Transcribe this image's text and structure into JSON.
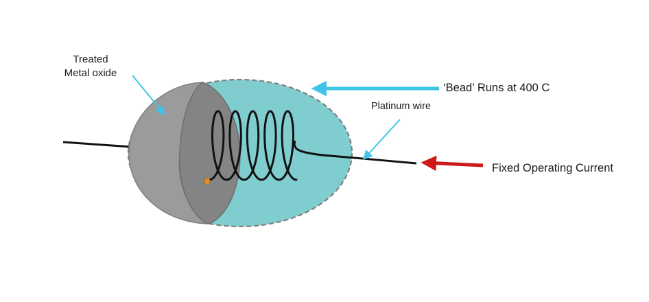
{
  "labels": {
    "treated_line1": "Treated",
    "treated_line2": "Metal oxide",
    "bead": "‘Bead’ Runs at 400 C",
    "platinum": "Platinum wire",
    "current": "Fixed Operating Current"
  },
  "colors": {
    "bead_fill": "#80cdd0",
    "oxide_fill": "#9b9b9b",
    "oxide_inner_fill": "#848484",
    "outline": "#7f7f7f",
    "wire": "#111111",
    "pointer_cyan": "#3ec4e6",
    "arrow_red": "#cc1a1a",
    "contact_dot": "#e8901c"
  },
  "coil": {
    "turns": 5
  }
}
